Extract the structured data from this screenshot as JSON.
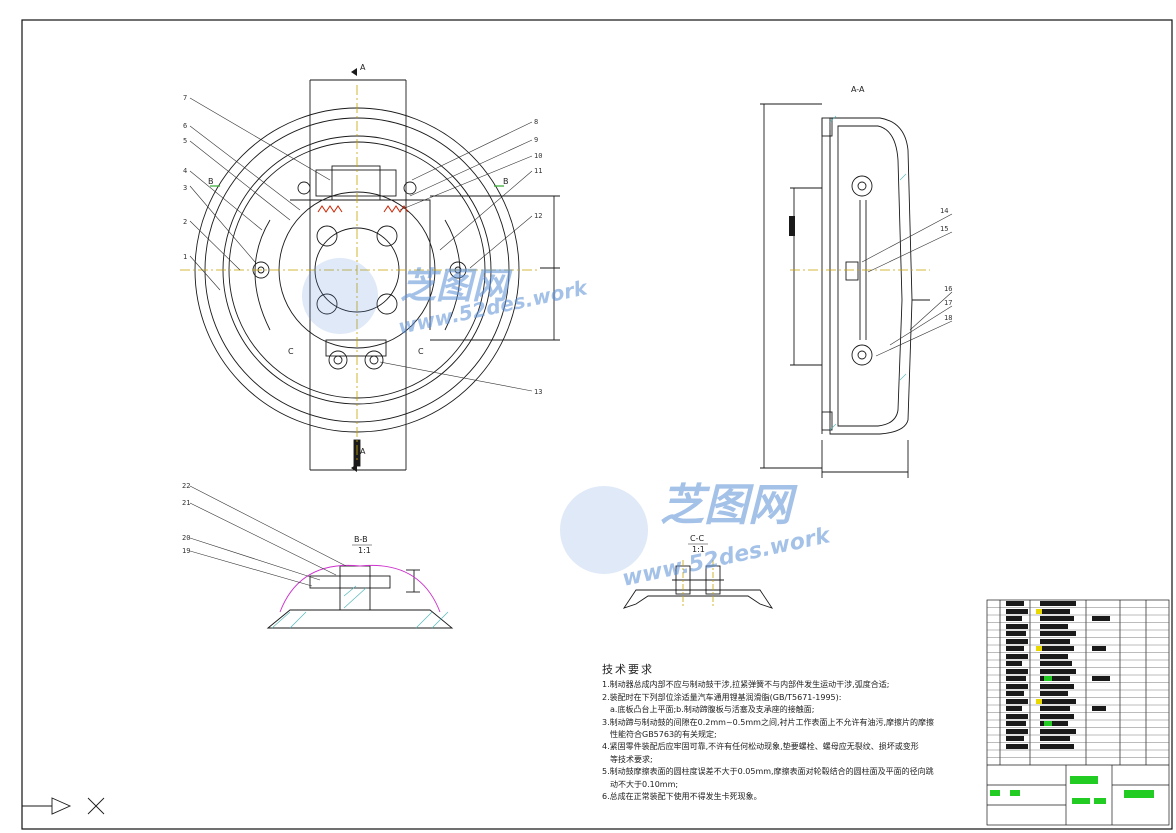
{
  "views": {
    "section_aa": "A-A",
    "section_bb": "B-B",
    "section_bb_scale": "1:1",
    "section_cc": "C-C",
    "section_cc_scale": "1:1",
    "cut_a_top": "A",
    "cut_a_bottom": "A",
    "cut_b_left": "B",
    "cut_b_right": "B",
    "cut_c_left": "C",
    "cut_c_right": "C"
  },
  "balloons": [
    "1",
    "2",
    "3",
    "4",
    "5",
    "6",
    "7",
    "8",
    "9",
    "10",
    "11",
    "12",
    "13",
    "14",
    "15",
    "16",
    "17",
    "18",
    "19",
    "20",
    "21",
    "22"
  ],
  "watermark": {
    "cn": "芝图网",
    "en": "www.52des.work"
  },
  "technical_requirements": {
    "title": "技术要求",
    "items": [
      "1.制动器总成内部不应与制动鼓干涉,拉紧弹簧不与内部件发生运动干涉,弧度合适;",
      "2.装配时在下列部位涂适量汽车通用锂基润滑脂(GB/T5671-1995):",
      "a.底板凸台上平面;b.制动蹄腹板与活塞及支承座的接触面;",
      "3.制动蹄与制动鼓的间隙在0.2mm~0.5mm之间,衬片工作表面上不允许有油污,摩擦片的摩擦",
      "性能符合GB5763的有关规定;",
      "4.紧固零件装配后应牢固可靠,不许有任何松动现象,垫要螺栓、螺母应无裂纹、损坏或变形",
      "等技术要求;",
      "5.制动鼓摩擦表面的圆柱度误差不大于0.05mm,摩擦表面对轮毂结合的圆柱面及平面的径向跳",
      "动不大于0.10mm;",
      "6.总成在正常装配下使用不得发生卡死现象。"
    ]
  },
  "colors": {
    "line": "#1a1a1a",
    "center_line": "#c8a400",
    "spring": "#cc2200",
    "hatch": "#55b8b8",
    "magenta": "#cc33cc",
    "green_cut": "#33aa33",
    "watermark": "#5b8fd6"
  }
}
